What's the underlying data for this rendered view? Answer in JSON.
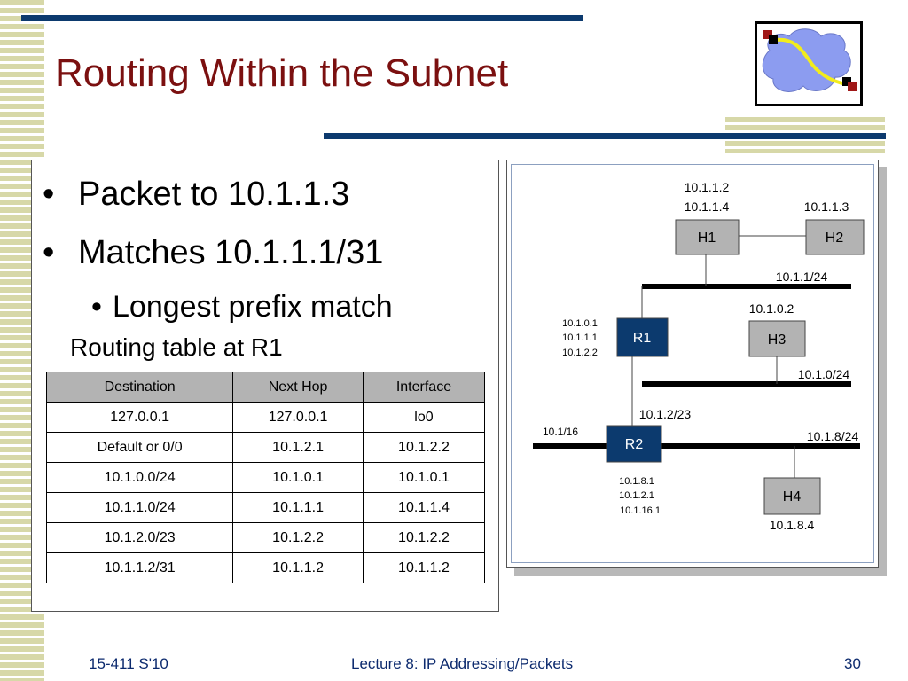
{
  "slide": {
    "title": "Routing Within the Subnet",
    "bullets": [
      "Packet to 10.1.1.3",
      "Matches 10.1.1.1/31"
    ],
    "sub_bullets": [
      "Longest prefix match"
    ],
    "bullet_glyph": "•"
  },
  "routing_table": {
    "caption": "Routing table at R1",
    "headers": [
      "Destination",
      "Next Hop",
      "Interface"
    ],
    "rows": [
      [
        "127.0.0.1",
        "127.0.0.1",
        "lo0"
      ],
      [
        "Default or 0/0",
        "10.1.2.1",
        "10.1.2.2"
      ],
      [
        "10.1.0.0/24",
        "10.1.0.1",
        "10.1.0.1"
      ],
      [
        "10.1.1.0/24",
        "10.1.1.1",
        "10.1.1.4"
      ],
      [
        "10.1.2.0/23",
        "10.1.2.2",
        "10.1.2.2"
      ],
      [
        "10.1.1.2/31",
        "10.1.1.2",
        "10.1.1.2"
      ]
    ]
  },
  "diagram": {
    "nodes": {
      "H1": "H1",
      "H2": "H2",
      "H3": "H3",
      "H4": "H4",
      "R1": "R1",
      "R2": "R2"
    },
    "labels": {
      "h1_addr_1": "10.1.1.2",
      "h1_addr_2": "10.1.1.4",
      "h2_addr": "10.1.1.3",
      "net_1_1": "10.1.1/24",
      "h3_addr": "10.1.0.2",
      "r1_addr_1": "10.1.0.1",
      "r1_addr_2": "10.1.1.1",
      "r1_addr_3": "10.1.2.2",
      "net_1_0": "10.1.0/24",
      "net_1_2": "10.1.2/23",
      "net_1_16": "10.1/16",
      "net_1_8": "10.1.8/24",
      "r2_addr_1": "10.1.8.1",
      "r2_addr_2": "10.1.2.1",
      "r2_addr_3": "10.1.16.1",
      "h4_addr": "10.1.8.4"
    },
    "colors": {
      "router": "#0c3a6e",
      "host": "#b3b3b3"
    }
  },
  "footer": {
    "left": "15-411 S'10",
    "center": "Lecture 8: IP Addressing/Packets",
    "right": "30"
  },
  "theme": {
    "title_color": "#7b1010",
    "accent_bar": "#0c3a6e",
    "stripe": "#d7d8a8"
  },
  "logo": {
    "icon": "network-cloud-logo-icon"
  }
}
